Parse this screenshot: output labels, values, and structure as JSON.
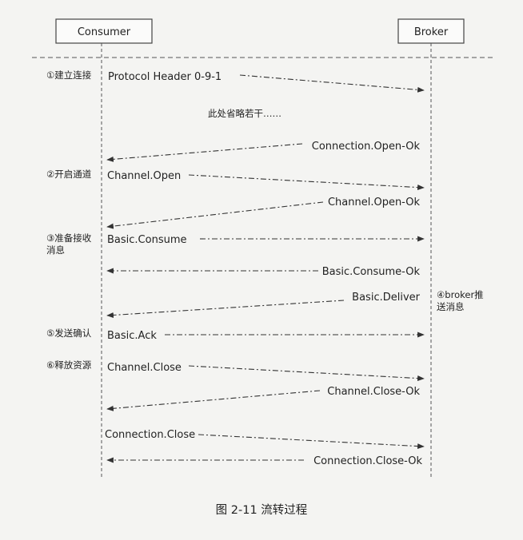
{
  "participants": {
    "consumer": "Consumer",
    "broker": "Broker"
  },
  "steps": [
    "①建立连接",
    "②开启通道",
    "③准备接收",
    "消息",
    "⑤发送确认",
    "⑥释放资源"
  ],
  "broker_note": [
    "④broker推",
    "送消息"
  ],
  "omitted_note": "此处省略若干……",
  "messages": [
    {
      "label": "Protocol Header 0-9-1",
      "direction": "to-broker"
    },
    {
      "label": "Connection.Open-Ok",
      "direction": "to-consumer"
    },
    {
      "label": "Channel.Open",
      "direction": "to-broker"
    },
    {
      "label": "Channel.Open-Ok",
      "direction": "to-consumer"
    },
    {
      "label": "Basic.Consume",
      "direction": "to-broker"
    },
    {
      "label": "Basic.Consume-Ok",
      "direction": "to-consumer"
    },
    {
      "label": "Basic.Deliver",
      "direction": "to-consumer"
    },
    {
      "label": "Basic.Ack",
      "direction": "to-broker"
    },
    {
      "label": "Channel.Close",
      "direction": "to-broker"
    },
    {
      "label": "Channel.Close-Ok",
      "direction": "to-consumer"
    },
    {
      "label": "Connection.Close",
      "direction": "to-broker"
    },
    {
      "label": "Connection.Close-Ok",
      "direction": "to-consumer"
    }
  ],
  "caption": "图 2-11    流转过程"
}
